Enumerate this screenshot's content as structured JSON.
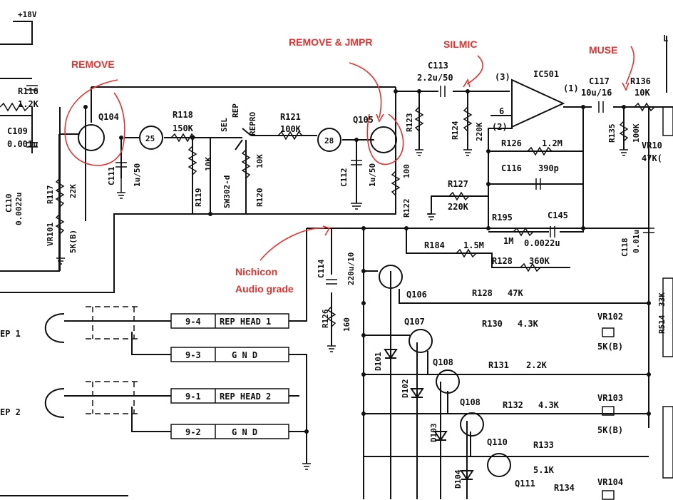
{
  "supply": {
    "label": "+18V"
  },
  "annotations": {
    "remove": "REMOVE",
    "remove_jmpr": "REMOVE & JMPR",
    "silmic": "SILMIC",
    "muse": "MUSE",
    "nichicon_1": "Nichicon",
    "nichicon_2": "Audio grade"
  },
  "components": {
    "r116": {
      "ref": "R116",
      "value": "1.2K"
    },
    "c109": {
      "ref": "C109",
      "value": "0.001u"
    },
    "c110": {
      "ref": "C110",
      "value": "0.0022u"
    },
    "r117": {
      "ref": "R117",
      "value": "22K"
    },
    "vr101": {
      "ref": "VR101",
      "value": "5K(B)"
    },
    "q104": {
      "ref": "Q104"
    },
    "c111": {
      "ref": "C111",
      "value": "1u/50"
    },
    "r118": {
      "ref": "R118",
      "value": "150K"
    },
    "r119": {
      "ref": "R119",
      "value": "10K"
    },
    "sw": {
      "sel": "SEL",
      "rep": "REP",
      "repro": "REPRO",
      "ref": "SW302-d"
    },
    "r120": {
      "ref": "R120",
      "value": "10K"
    },
    "r121": {
      "ref": "R121",
      "value": "100K"
    },
    "c112": {
      "ref": "C112",
      "value": "1u/50"
    },
    "q105": {
      "ref": "Q105"
    },
    "r123": {
      "ref": "R123"
    },
    "r122": {
      "ref": "R122",
      "value": "100"
    },
    "c113": {
      "ref": "C113",
      "value": "2.2u/50"
    },
    "r124": {
      "ref": "R124",
      "value": "220K"
    },
    "ic501": {
      "ref": "IC501",
      "pin3": "(3)",
      "pin2": "(2)",
      "pin1": "(1)",
      "pin6": "6"
    },
    "r126a": {
      "ref": "R126",
      "value": "1.2M"
    },
    "c116": {
      "ref": "C116",
      "value": "390p"
    },
    "r127": {
      "ref": "R127",
      "value": "220K"
    },
    "r195": {
      "ref": "R195",
      "value": "1M"
    },
    "c145": {
      "ref": "C145",
      "value": "0.0022u"
    },
    "c117": {
      "ref": "C117",
      "value": "10u/16"
    },
    "r136": {
      "ref": "R136",
      "value": "10K"
    },
    "r135": {
      "ref": "R135",
      "value": "100K"
    },
    "vr10x": {
      "ref": "VR10",
      "value": "47K("
    },
    "c118": {
      "ref": "C118",
      "value": "0.01u"
    },
    "r184": {
      "ref": "R184",
      "value": "1.5M"
    },
    "r128a": {
      "ref": "R128",
      "value": "360K"
    },
    "c114": {
      "ref": "C114",
      "value": "220u/10"
    },
    "r126": {
      "ref": "R126",
      "value": "160"
    },
    "q106": {
      "ref": "Q106"
    },
    "r128b": {
      "ref": "R128",
      "value": "47K"
    },
    "q107": {
      "ref": "Q107"
    },
    "r130": {
      "ref": "R130",
      "value": "4.3K"
    },
    "vr102": {
      "ref": "VR102",
      "value": "5K(B)"
    },
    "r514": {
      "ref": "R514",
      "value": "33K"
    },
    "d101": {
      "ref": "D101"
    },
    "q108a": {
      "ref": "Q108"
    },
    "r131": {
      "ref": "R131",
      "value": "2.2K"
    },
    "d102": {
      "ref": "D102"
    },
    "q108b": {
      "ref": "Q108"
    },
    "r132": {
      "ref": "R132",
      "value": "4.3K"
    },
    "vr103": {
      "ref": "VR103",
      "value": "5K(B)"
    },
    "d103": {
      "ref": "D103"
    },
    "q110": {
      "ref": "Q110"
    },
    "r133": {
      "ref": "R133",
      "value": "5.1K"
    },
    "d104": {
      "ref": "D104"
    },
    "q111": {
      "ref": "Q111"
    },
    "r134": {
      "ref": "R134"
    },
    "vr104": {
      "ref": "VR104"
    },
    "t25": "25",
    "t28": "28"
  },
  "connectors": [
    {
      "pin": "9-4",
      "label": "REP HEAD 1"
    },
    {
      "pin": "9-3",
      "label": "G N D"
    },
    {
      "pin": "9-1",
      "label": "REP HEAD 2"
    },
    {
      "pin": "9-2",
      "label": "G N D"
    }
  ],
  "heads": {
    "h1": "EP 1",
    "h2": "EP 2"
  },
  "edge": {
    "top_right": "L"
  }
}
